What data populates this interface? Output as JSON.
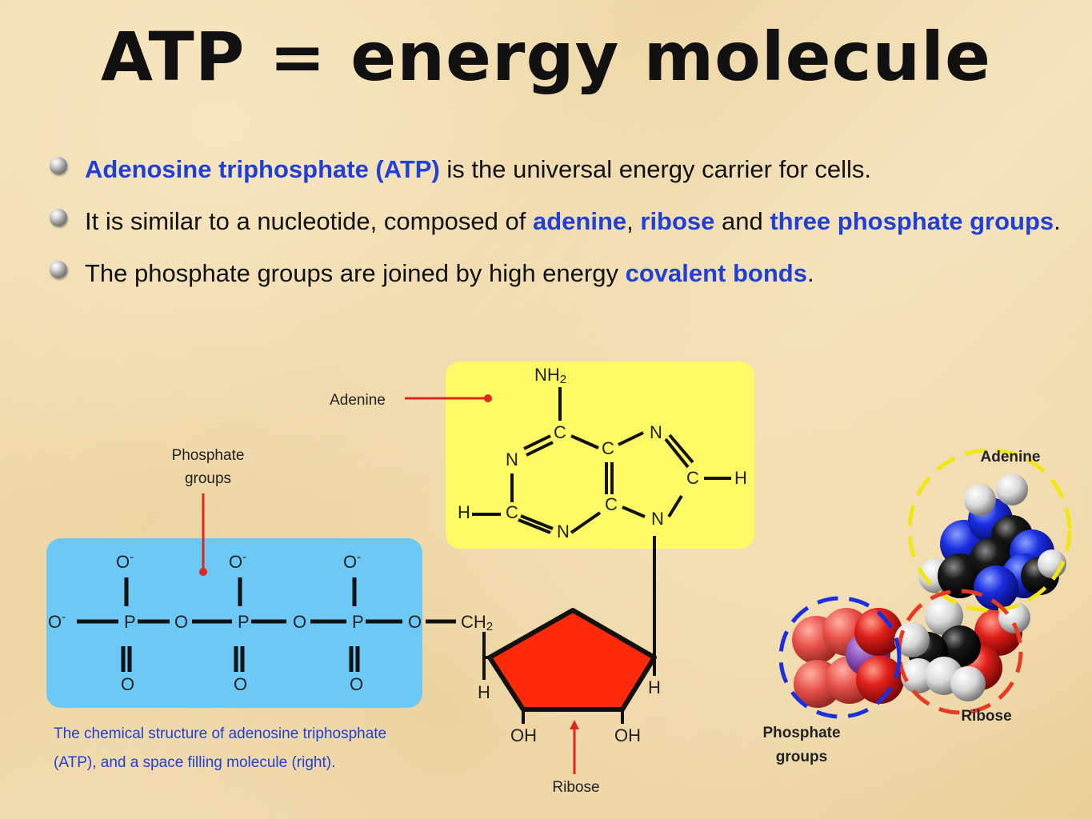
{
  "title": "ATP = energy molecule",
  "bullets": [
    {
      "h1": "Adenosine triphosphate (ATP)",
      "t1": " is the universal energy carrier for cells."
    },
    {
      "t0": "It is similar to a nucleotide, composed of ",
      "h1": "adenine",
      "t1": ", ",
      "h2": "ribose",
      "t2": " and ",
      "h3": "three phosphate groups",
      "t3": "."
    },
    {
      "t0": "The phosphate groups are joined by high energy ",
      "h1": "covalent bonds",
      "t1": "."
    }
  ],
  "colors": {
    "highlight": "#1f3fd6",
    "adenine_box": "#fdfa66",
    "phosphate_box": "#6cc8f5",
    "ribose": "#ff2a0a",
    "pointer": "#e0261c"
  },
  "diagram": {
    "labels": {
      "adenine": "Adenine",
      "phosphate_groups_1": "Phosphate",
      "phosphate_groups_2": "groups",
      "ribose": "Ribose"
    },
    "atoms": {
      "nh2": "NH",
      "sub2": "2",
      "c": "C",
      "n": "N",
      "h": "H",
      "o": "O",
      "o_minus": "O",
      "minus": "-",
      "p": "P",
      "ch2": "CH",
      "oh": "OH"
    }
  },
  "caption": {
    "line1": "The chemical structure of adenosine triphosphate",
    "line2": "(ATP), and a space filling molecule (right)."
  },
  "model": {
    "adenine": "Adenine",
    "ribose": "Ribose",
    "phosphate_1": "Phosphate",
    "phosphate_2": "groups"
  }
}
